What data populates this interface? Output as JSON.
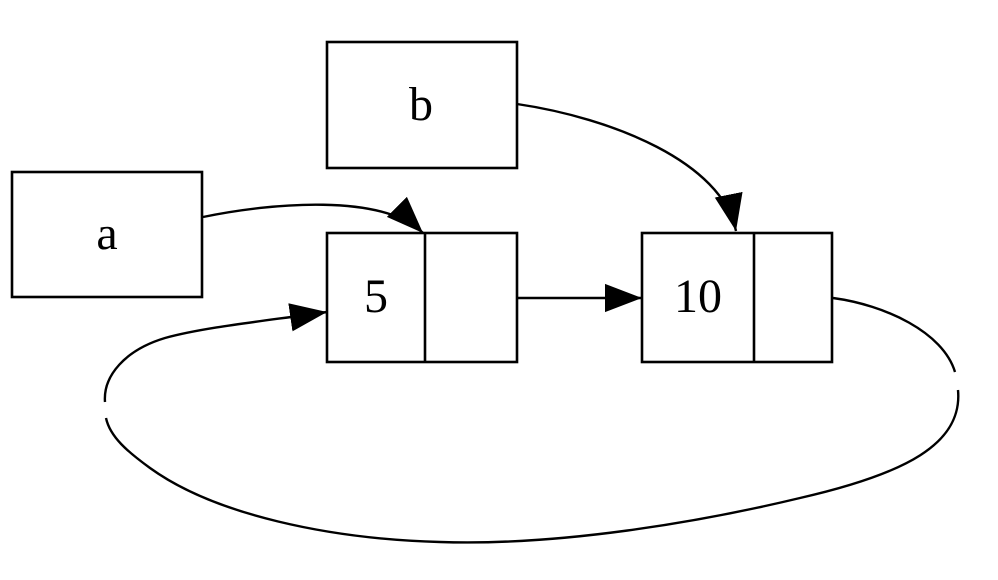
{
  "diagram": {
    "kind": "linked-list-diagram",
    "background": "#ffffff",
    "stroke_color": "#000000",
    "variables": [
      {
        "id": "a",
        "label": "a",
        "points_to": "node-5"
      },
      {
        "id": "b",
        "label": "b",
        "points_to": "node-10"
      }
    ],
    "nodes": [
      {
        "id": "node-5",
        "value": "5",
        "next": "node-10"
      },
      {
        "id": "node-10",
        "value": "10",
        "next": "node-5"
      }
    ],
    "edges": [
      {
        "from": "a",
        "to": "node-5",
        "style": "curved-arrow"
      },
      {
        "from": "b",
        "to": "node-10",
        "style": "curved-arrow"
      },
      {
        "from": "node-5",
        "to": "node-10",
        "style": "straight-arrow"
      },
      {
        "from": "node-10",
        "to": "node-5",
        "style": "loop-around-bottom"
      }
    ]
  }
}
